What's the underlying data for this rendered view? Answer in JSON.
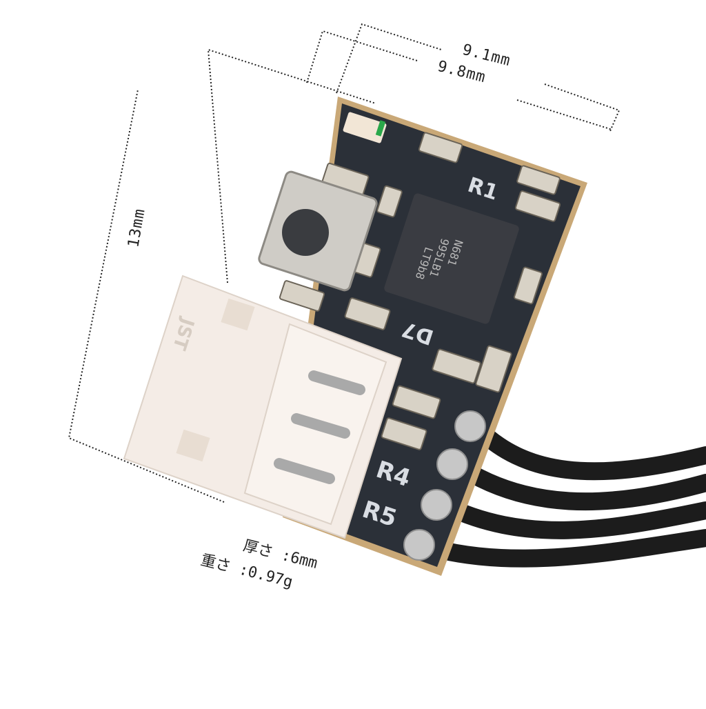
{
  "dimensions": {
    "width_a": "9.1mm",
    "width_b": "9.8mm",
    "height": "13mm",
    "thickness_label": "厚さ :6mm",
    "weight_label": "重さ :0.97g"
  },
  "board_silkscreen": {
    "ic_marking_line1": "N681",
    "ic_marking_line2": "995LB1",
    "ic_marking_line3": "LT9b8",
    "r1": "R1",
    "r4": "R4",
    "r5": "R5",
    "d7": "D7",
    "connector_mark": "JST"
  },
  "colors": {
    "pcb": "#2b3038",
    "pcb_edge": "#c9a877",
    "connector": "#f4ece6",
    "pins": "#b8b8b8",
    "wires": "#1c1c1c",
    "button_cap": "#3a3c40"
  }
}
